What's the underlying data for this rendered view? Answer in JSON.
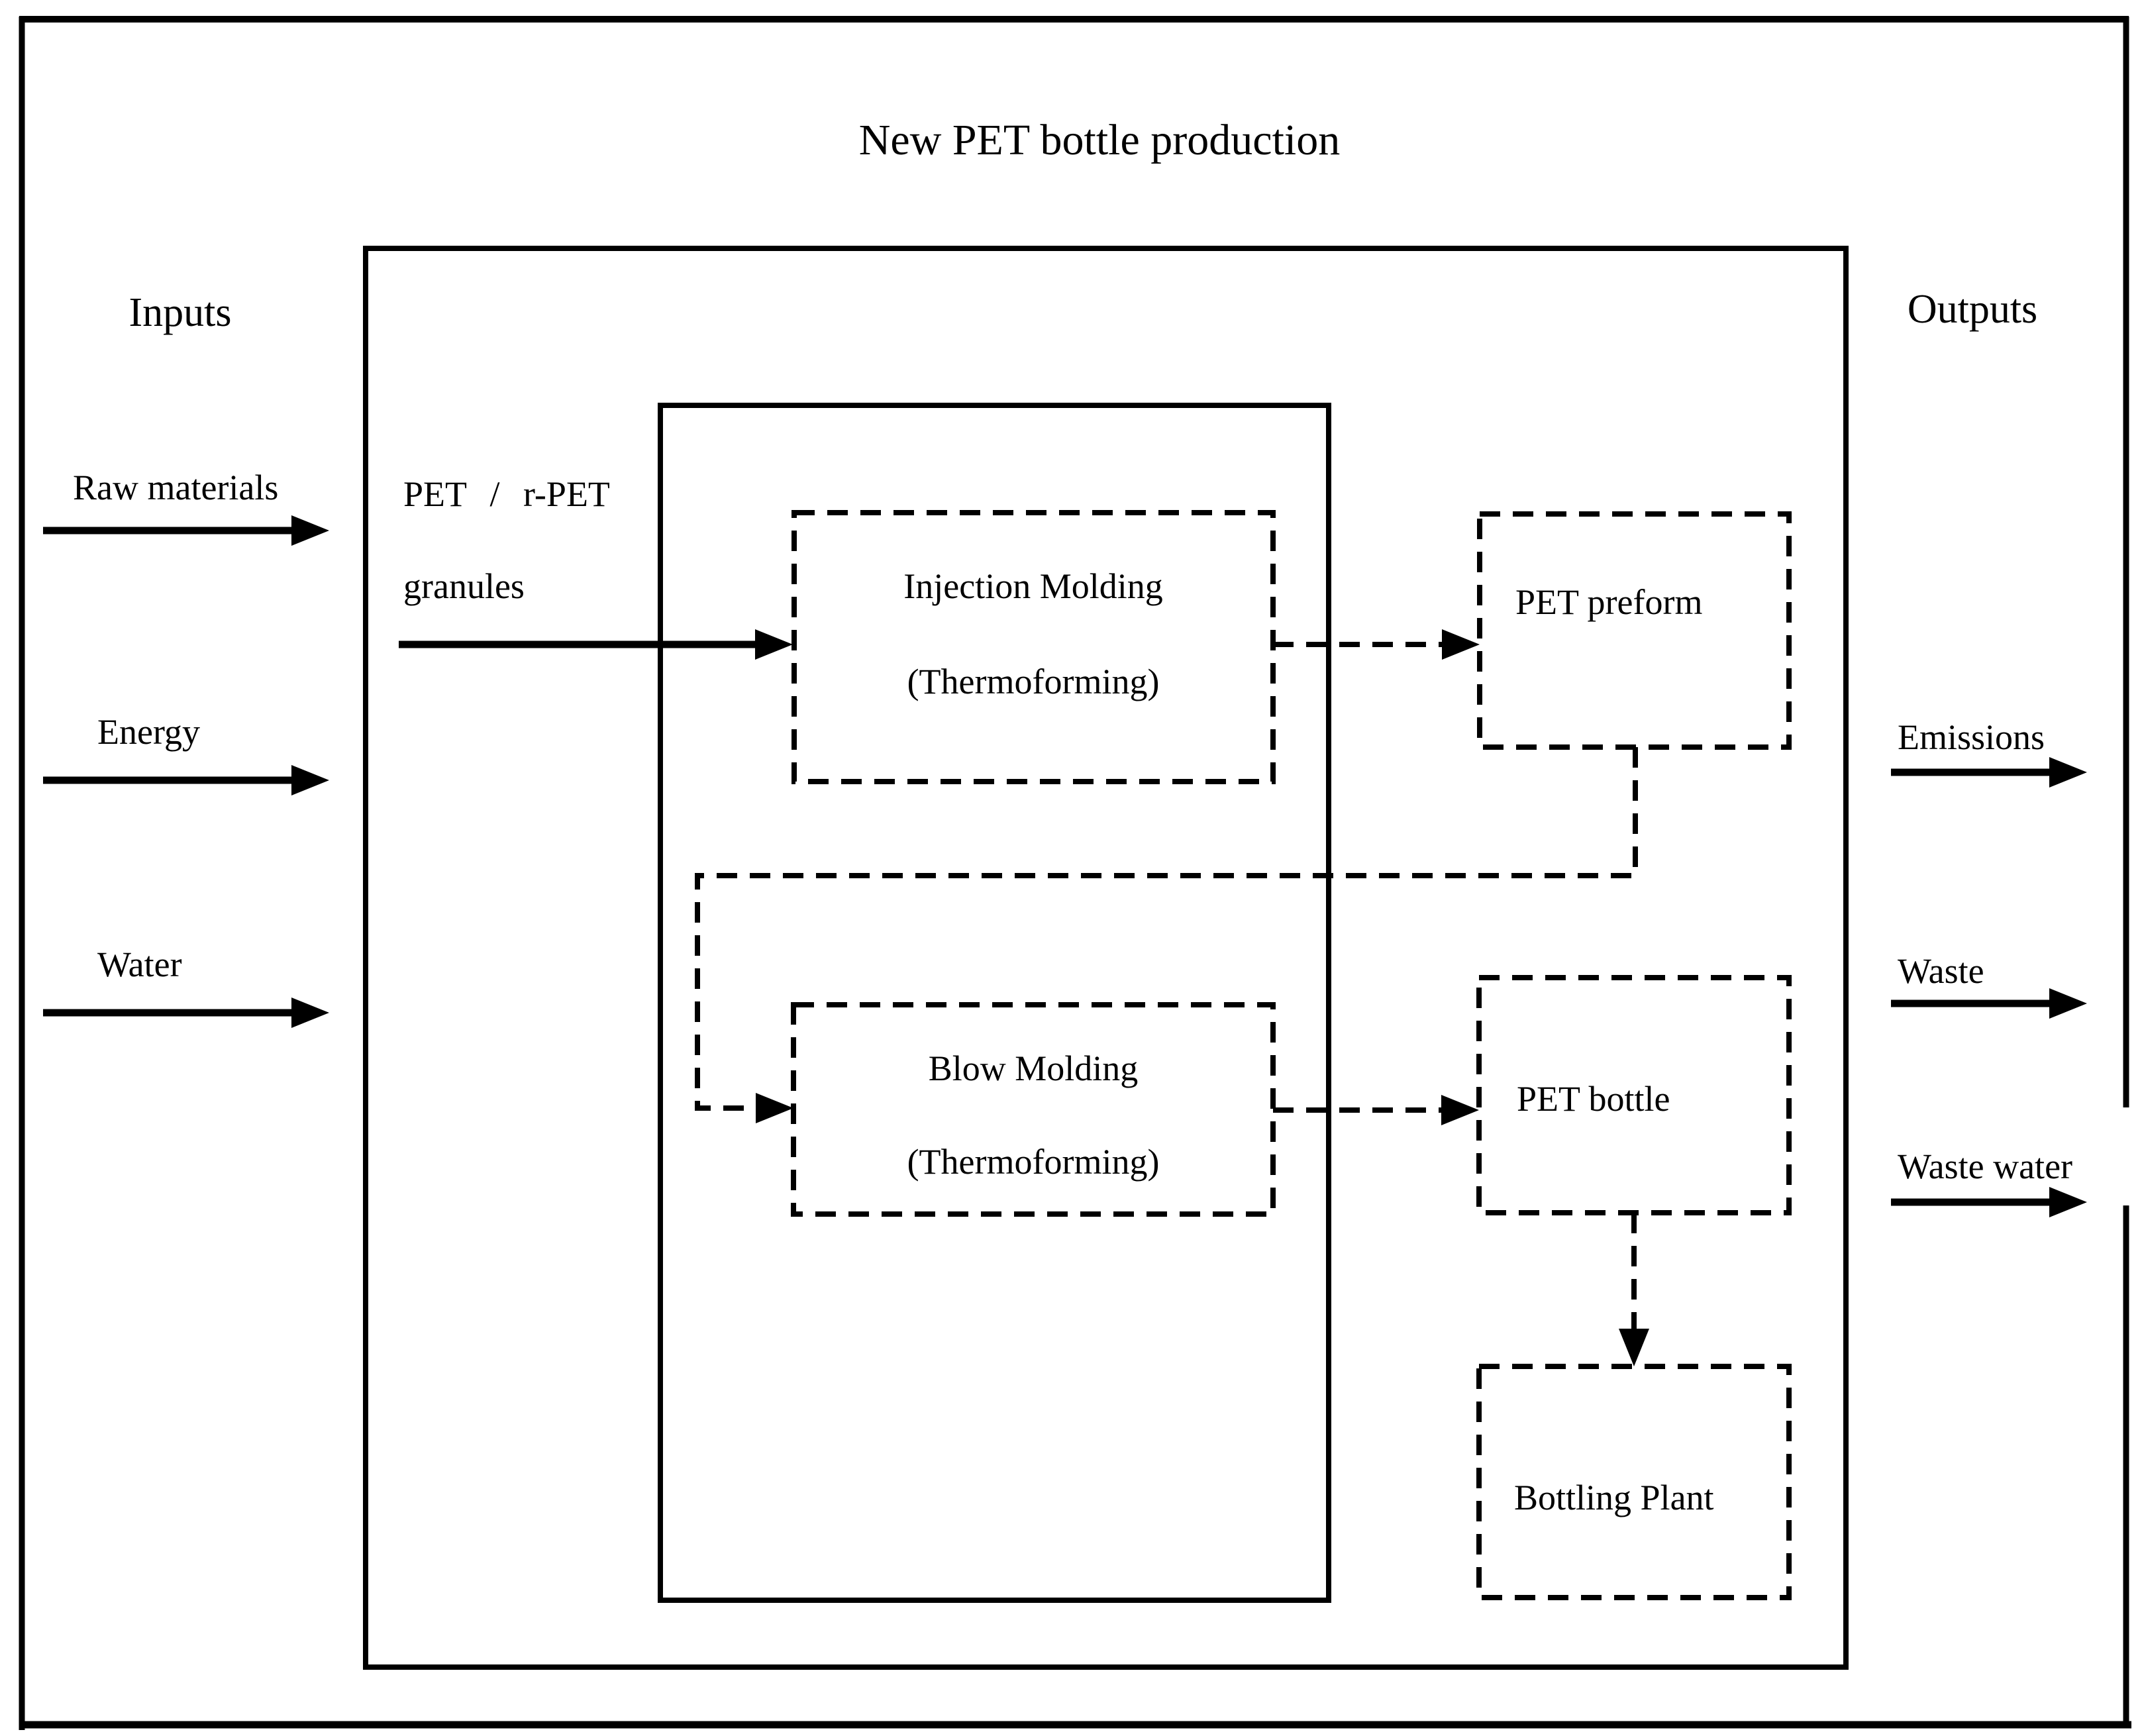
{
  "diagram": {
    "title": "New PET bottle production",
    "inputs_header": "Inputs",
    "outputs_header": "Outputs",
    "input_flows": {
      "raw_materials": "Raw materials",
      "energy": "Energy",
      "water": "Water"
    },
    "output_flows": {
      "emissions": "Emissions",
      "waste": "Waste",
      "waste_water": "Waste water"
    },
    "feed": {
      "line1": "PET / r-PET",
      "line2": "granules"
    },
    "process_injection": {
      "line1": "Injection Molding",
      "line2": "(Thermoforming)"
    },
    "process_blow": {
      "line1": "Blow Molding",
      "line2": "(Thermoforming)"
    },
    "product_preform": "PET preform",
    "product_bottle": "PET bottle",
    "bottling_plant": "Bottling Plant"
  },
  "colors": {
    "title": "#1B75BC",
    "line": "#000000",
    "background": "#FFFFFF"
  }
}
